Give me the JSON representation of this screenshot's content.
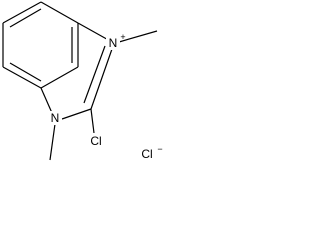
{
  "structure": {
    "atoms": {
      "n_upper": "N",
      "n_upper_charge": "+",
      "n_lower": "N",
      "cl_substituent": "Cl",
      "counterion": "Cl",
      "counterion_charge": "−"
    }
  },
  "colors": {
    "bond": "#000000",
    "label": "#000000",
    "background": "#ffffff"
  }
}
